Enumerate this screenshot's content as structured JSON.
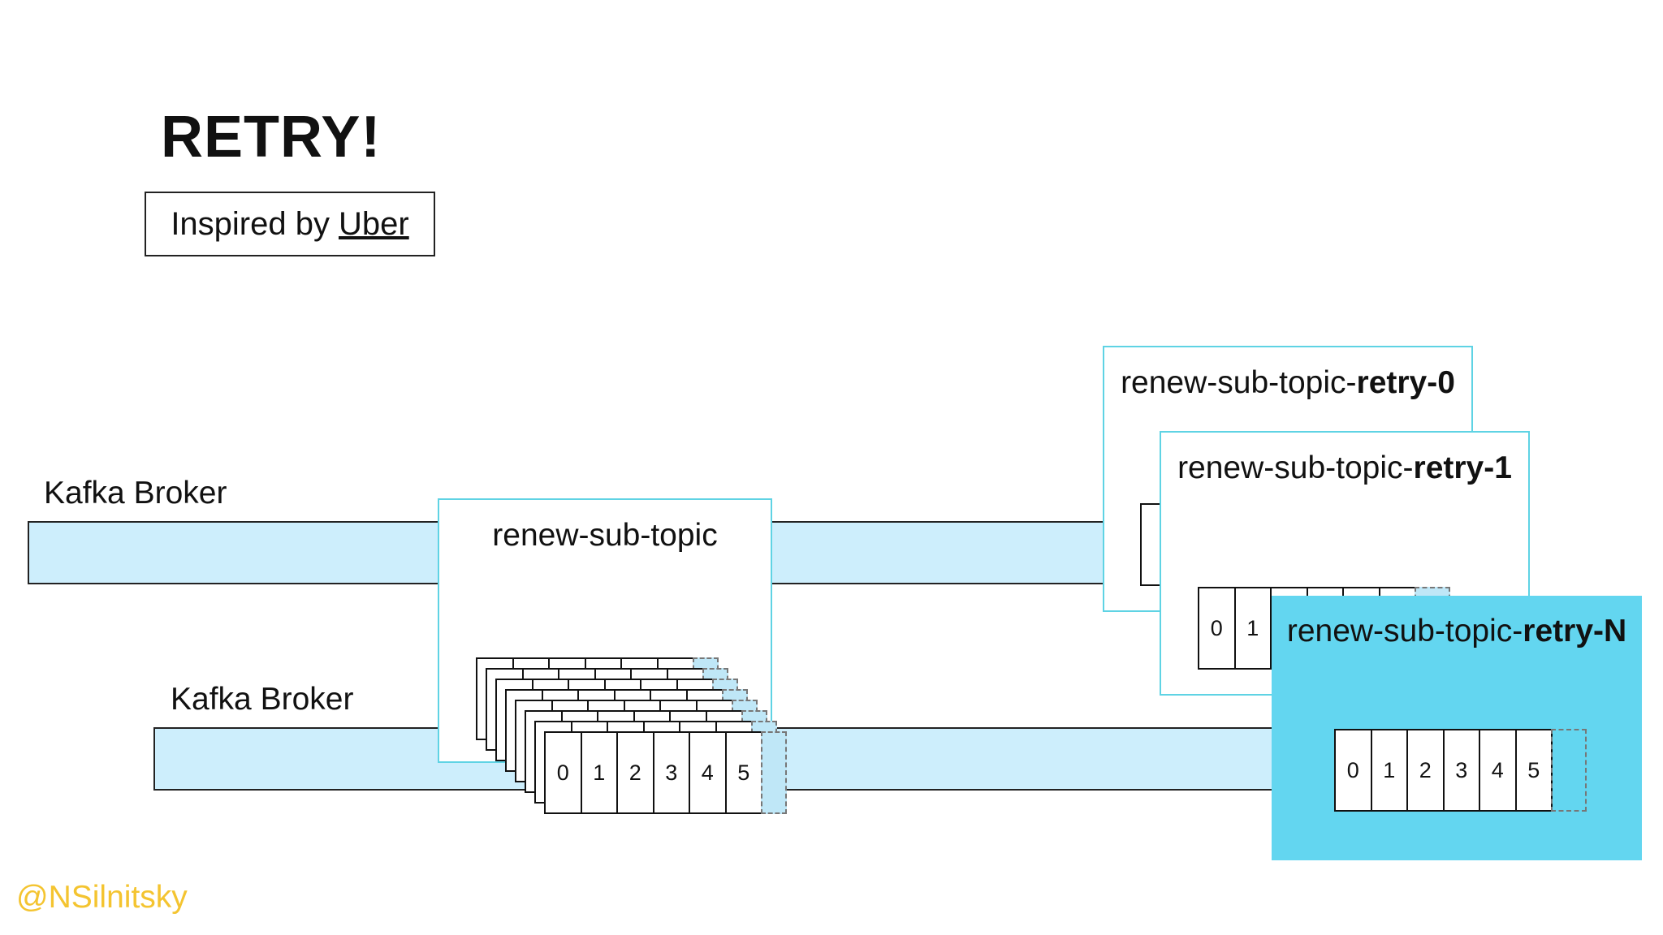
{
  "slide": {
    "title": "RETRY!",
    "inspired_text": "Inspired by",
    "inspired_link": "Uber",
    "handle": "@NSilnitsky"
  },
  "brokers": [
    {
      "label": "Kafka Broker"
    },
    {
      "label": "Kafka Broker"
    }
  ],
  "topics": {
    "main": {
      "label": "renew-sub-topic"
    },
    "retry0": {
      "label_prefix": "renew-sub-topic-",
      "label_bold": "retry-0"
    },
    "retry1": {
      "label_prefix": "renew-sub-topic-",
      "label_bold": "retry-1"
    },
    "retryN": {
      "label_prefix": "renew-sub-topic-",
      "label_bold": "retry-N"
    }
  },
  "partitions": [
    "0",
    "1",
    "2",
    "3",
    "4",
    "5"
  ],
  "colors": {
    "broker_fill": "#cdeefc",
    "topic_border": "#5fd3e4",
    "retry_n_fill": "#63d6f0",
    "handle": "#f4c430"
  }
}
